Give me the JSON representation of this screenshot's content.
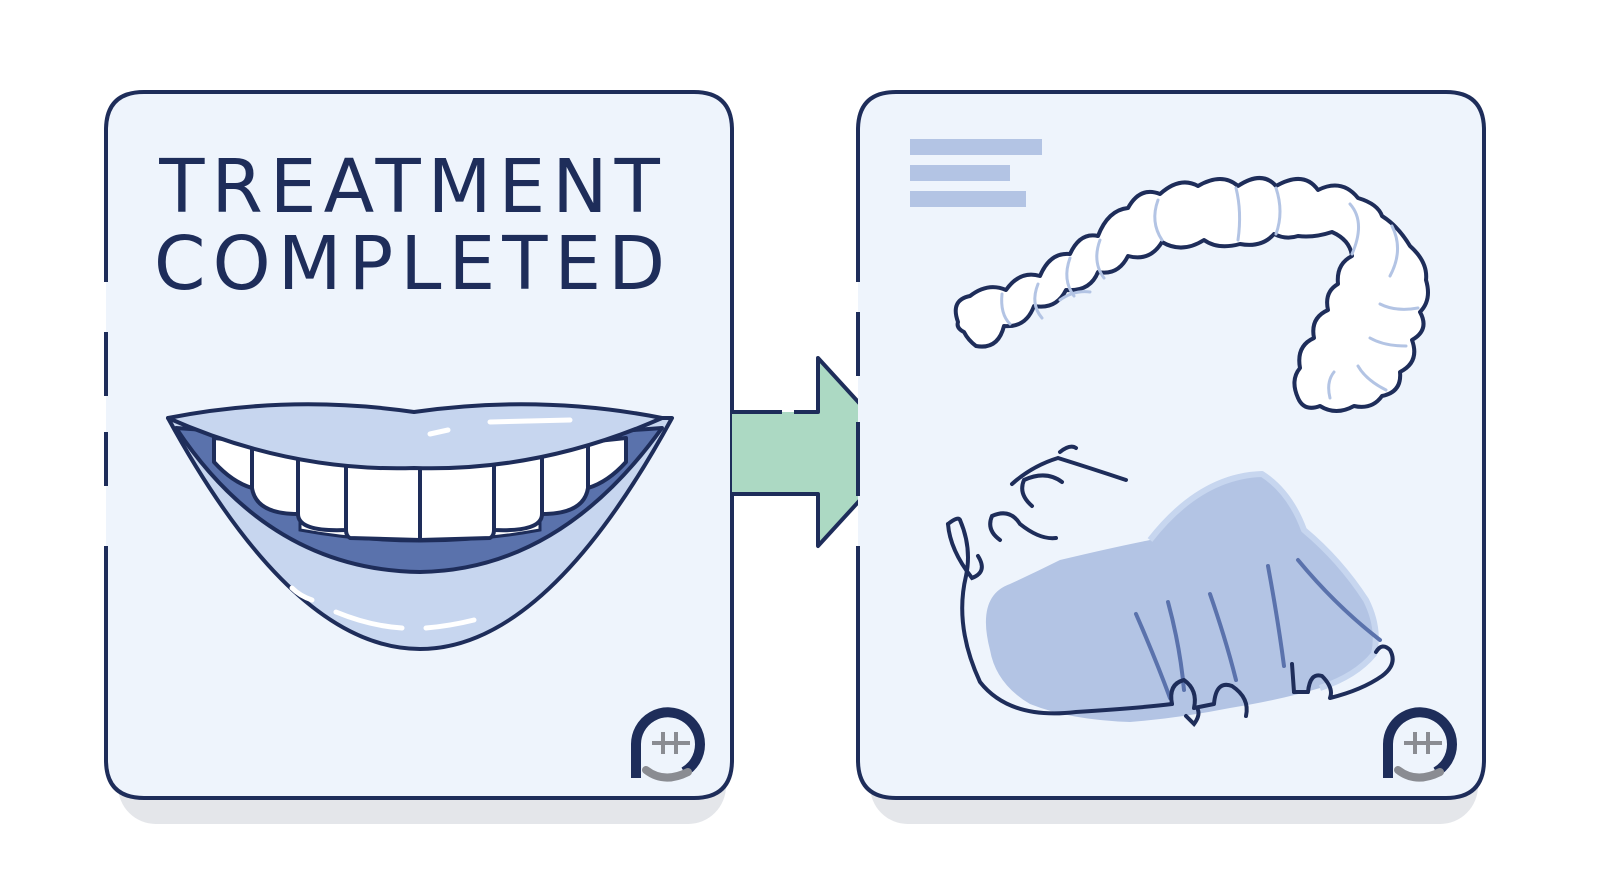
{
  "left_panel": {
    "title_line_1": "TREATMENT",
    "title_line_2": "COMPLETED",
    "illustration": "smile-with-teeth",
    "logo": "brand-logo-icon"
  },
  "right_panel": {
    "illustration_1": "clear-aligner-retainer",
    "illustration_2": "removable-palate-retainer",
    "logo": "brand-logo-icon"
  },
  "arrow": {
    "icon": "arrow-right-icon"
  },
  "colors": {
    "outline": "#1e2d5a",
    "panel_fill": "#eef4fc",
    "shadow": "#e4e6ea",
    "lip_fill": "#c7d6ef",
    "accent_blue": "#b3c4e4",
    "mouth_dark": "#5a72ac",
    "arrow_fill": "#acd9c3",
    "logo_gray": "#8a8c92"
  }
}
